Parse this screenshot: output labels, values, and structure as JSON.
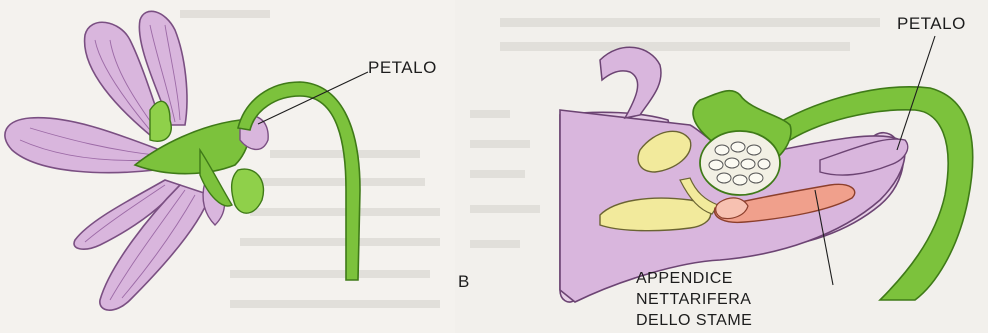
{
  "labels": {
    "petalo_left": "PETALO",
    "figure_letter": "B",
    "petalo_right": "PETALO",
    "appendice_lines": [
      "APPENDICE",
      "NETTARIFERA",
      "DELLO STAME"
    ]
  },
  "colors": {
    "background_page": "#f4f2ee",
    "petal_fill": "#d9b6dd",
    "petal_vein": "#9c6aa6",
    "stem_green": "#7cc23c",
    "stem_dark": "#3f7a18",
    "anther_yellow": "#f2ea9c",
    "appendage_pink": "#f0a08c",
    "text_block": "#8c8c8c"
  }
}
